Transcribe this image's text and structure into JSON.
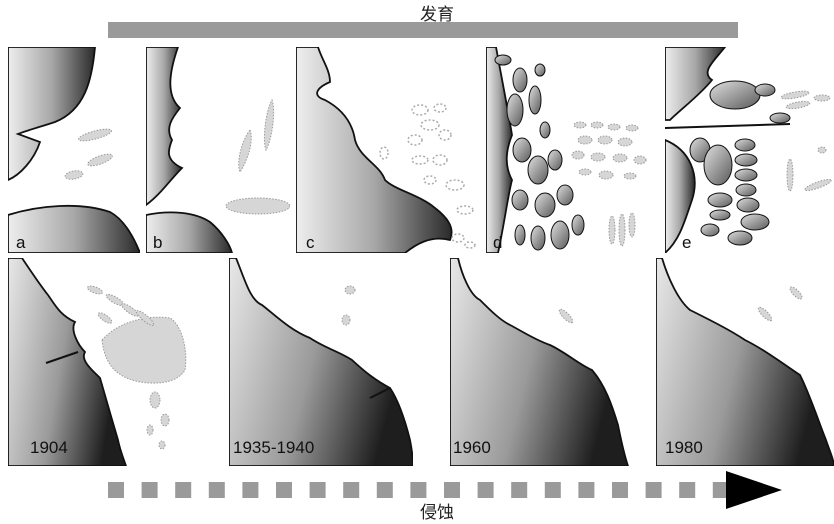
{
  "top_label": "发育",
  "bottom_label": "侵蚀",
  "panels_top": [
    {
      "label": "a"
    },
    {
      "label": "b"
    },
    {
      "label": "c"
    },
    {
      "label": "d"
    },
    {
      "label": "e"
    }
  ],
  "panels_bottom": [
    {
      "label": "1904"
    },
    {
      "label": "1935-1940"
    },
    {
      "label": "1960"
    },
    {
      "label": "1980"
    }
  ],
  "colors": {
    "bar": "#9a9a9a",
    "arrow_head": "#000000",
    "sand": "#d6d6d6"
  }
}
